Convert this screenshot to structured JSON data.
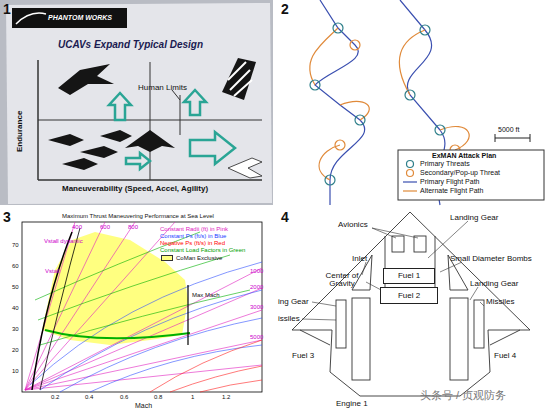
{
  "diagram": {
    "nodes": [
      {
        "text": [
          "Fuel 1"
        ]
      },
      {
        "text": [
          "Fuel 2"
        ]
      }
    ],
    "labels": [
      "1",
      "PHANTOM WORKS",
      "UCAVs Expand Typical Design",
      "Endurance",
      "Human Limits",
      "Maneuverability (Speed, Accel, Agility)",
      "2",
      "5000 ft",
      "ExMAN Attack Plan",
      "3",
      "Maximum Thrust Maneuvering Performance at Sea Level",
      "Vstall dynamic",
      "Vstall",
      "Max Mach",
      "Mach",
      "70",
      "60",
      "50",
      "40",
      "30",
      "20",
      "10",
      "0.2",
      "0.4",
      "0.6",
      "0.8",
      "1",
      "1.2",
      "400",
      "600",
      "800",
      "1000",
      "2000",
      "3000",
      "5000",
      "4",
      "Avionics",
      "Landing Gear",
      "Inlet",
      "Small Diameter Bombs",
      "Center of Gravity",
      "ing Gear",
      "Landing Gear",
      "issiles",
      "Missiles",
      "Fuel 3",
      "Fuel 4",
      "Engine 1",
      "头条号 / 贞观防务"
    ],
    "legend": [
      {
        "text": "Primary Threats"
      },
      {
        "text": "Secondary/Pop-up Threat"
      },
      {
        "text": "Primary Flight Path"
      },
      {
        "text": "Alternate Flight Path"
      },
      {
        "text": "Constant Radii (ft) in Pink"
      },
      {
        "text": "Constant Ps (ft/s) in Blue"
      },
      {
        "text": "Negative Ps (ft/s) in Red"
      },
      {
        "text": "Constant Load Factors in Green"
      },
      {
        "text": "CoMan Exclusive",
        "color": "#ffff80"
      }
    ]
  }
}
